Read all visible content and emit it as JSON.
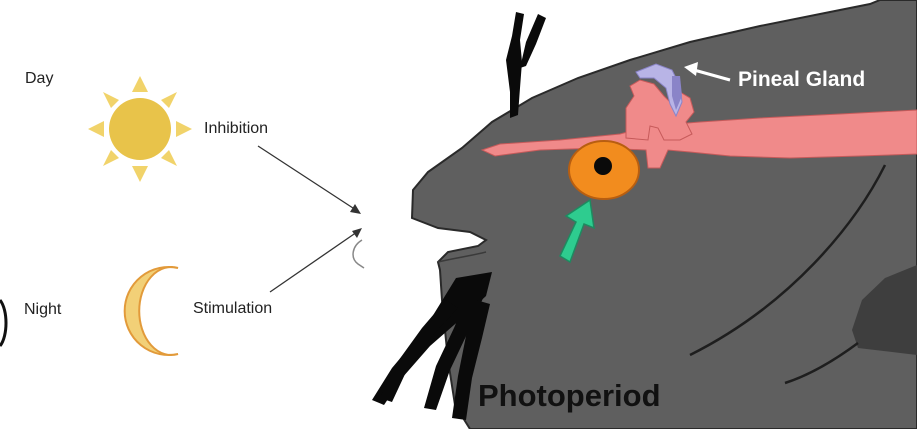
{
  "labels": {
    "day": "Day",
    "night": "Night",
    "inhibition": "Inhibition",
    "stimulation": "Stimulation",
    "pineal_gland": "Pineal Gland",
    "photoperiod": "Photoperiod"
  },
  "icons": {
    "sun": "sun-icon",
    "moon": "crescent-moon-icon",
    "eye_arrow": "up-arrow-icon"
  },
  "colors": {
    "sun_fill": "#E8C34A",
    "sun_rays": "#F1D36A",
    "moon_fill": "#F2D077",
    "moon_stroke": "#E29A3A",
    "fish_body": "#5F5F5F",
    "fish_outline": "#2A2A2A",
    "pineal": "#F08A8A",
    "eye": "#F28C1E",
    "arrow_green": "#2ECC8F",
    "label_white": "#FFFFFF",
    "photoperiod_text": "#111111"
  }
}
